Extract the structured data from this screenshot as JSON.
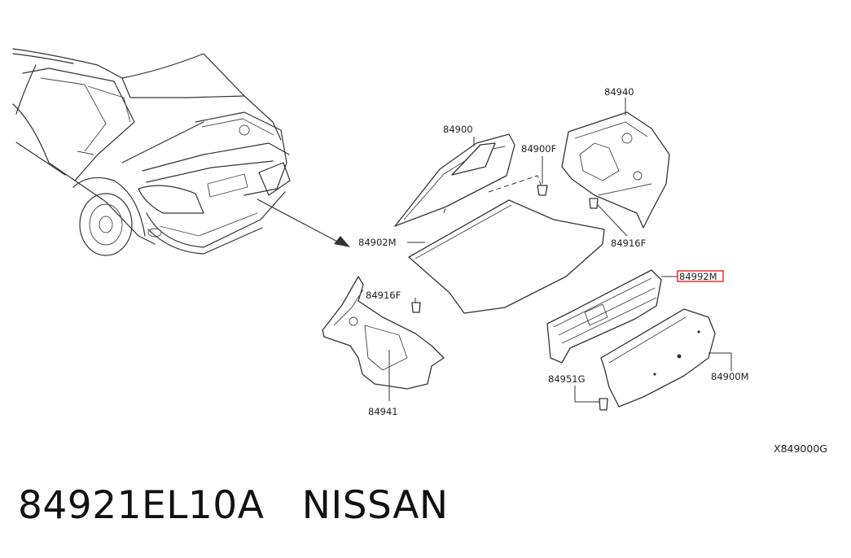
{
  "labels": {
    "part_84940": "84940",
    "part_84900": "84900",
    "part_84900F": "84900F",
    "part_84902M": "84902M",
    "part_84916F_right": "84916F",
    "part_84916F_left": "84916F",
    "part_84992M": "84992M",
    "part_84951G": "84951G",
    "part_84900M": "84900M",
    "part_84941": "84941"
  },
  "diagram_id": "X849000G",
  "caption": {
    "part_number": "84921EL10A",
    "brand": "NISSAN"
  },
  "colors": {
    "line": "#333333",
    "highlight": "#e02020"
  }
}
